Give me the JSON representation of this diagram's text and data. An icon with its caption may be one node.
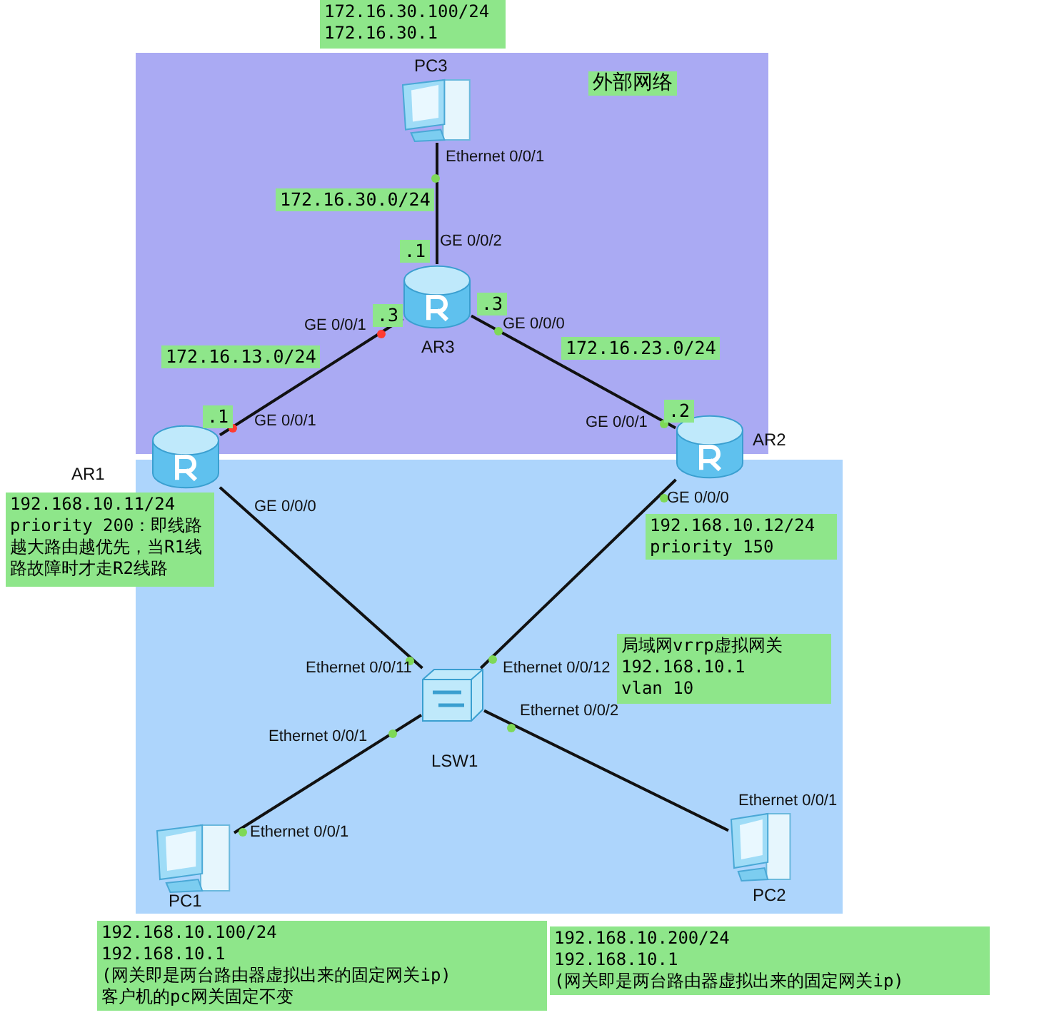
{
  "diagram": {
    "nodes": [
      {
        "text": [
          "外部网络"
        ]
      },
      {
        "text": [],
        "shape": "box"
      },
      {
        "text": [
          "PC3"
        ],
        "in": 0,
        "beside": [
          "Ethernet 0/0/1"
        ]
      },
      {
        "text": [
          "AR3"
        ],
        "in": 0,
        "beside": [
          "GE 0/0/2"
        ]
      },
      {
        "text": [
          "AR1"
        ]
      },
      {
        "text": [
          "AR2"
        ],
        "beside": [
          "GE 0/0/1"
        ]
      },
      {
        "text": [
          "LSW1"
        ],
        "in": 1
      },
      {
        "text": [
          "PC1"
        ],
        "in": 1
      },
      {
        "text": [
          "PC2"
        ],
        "in": 1
      },
      {
        "text": [
          "172.16.30.100/24",
          "172.16.30.1"
        ]
      },
      {
        "text": [
          "192.168.10.11/24",
          "priority 200：即线路越大路由越优先，当R1线路故障时才走R2线路"
        ]
      },
      {
        "text": [
          "192.168.10.12/24",
          "priority 150"
        ],
        "in": 1
      },
      {
        "text": [
          "局域网vrrp虚拟网关",
          "192.168.10.1",
          "vlan 10"
        ],
        "in": 1
      },
      {
        "text": [
          "192.168.10.100/24",
          "192.168.10.1",
          "(网关即是两台路由器虚拟出来的固定网关ip)",
          "客户机的pc网关固定不变"
        ]
      },
      {
        "text": [
          "192.168.10.200/24",
          "192.168.10.1",
          "(网关即是两台路由器虚拟出来的固定网关ip)"
        ]
      }
    ],
    "edges": [
      {
        "from": 2,
        "to": 3,
        "arrow": "none",
        "label": "172.16.30.0/24"
      },
      {
        "from": 3,
        "to": 4,
        "arrow": "none",
        "label": "172.16.13.0/24"
      },
      {
        "from": 3,
        "to": 5,
        "arrow": "none",
        "label": "172.16.23.0/24"
      },
      {
        "from": 4,
        "to": 6,
        "arrow": "none"
      },
      {
        "from": 5,
        "to": 6,
        "arrow": "none"
      },
      {
        "from": 6,
        "to": 7,
        "arrow": "none"
      },
      {
        "from": 6,
        "to": 8,
        "arrow": "none"
      }
    ],
    "labels": [
      ".1",
      "GE 0/0/1",
      ".3",
      ".3",
      "GE 0/0/0",
      ".1",
      "GE 0/0/1",
      ".2",
      "GE 0/0/0",
      "GE 0/0/0",
      "Ethernet 0/0/11",
      "Ethernet 0/0/12",
      "Ethernet 0/0/2",
      "Ethernet 0/0/1",
      "Ethernet 0/0/1",
      "Ethernet 0/0/1"
    ]
  }
}
